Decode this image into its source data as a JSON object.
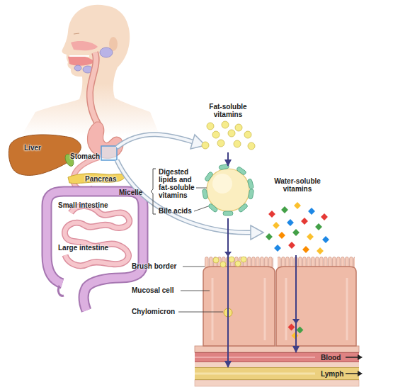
{
  "diagram": {
    "nodes": [
      {
        "text": [
          "Fat-soluble vitamins"
        ]
      },
      {
        "text": [
          "Micelle",
          "Digested lipids and fat-soluble vitamins",
          "Bile acids"
        ]
      },
      {
        "text": [
          "Water-soluble vitamins"
        ]
      },
      {
        "text": [
          "Blood"
        ]
      },
      {
        "text": [
          "Lymph"
        ]
      }
    ],
    "edges": [
      {
        "from": 0,
        "to": 1,
        "arrow": "to"
      },
      {
        "from": 1,
        "to": 4,
        "arrow": "to"
      },
      {
        "from": 2,
        "to": 3,
        "arrow": "to"
      }
    ],
    "labels": [
      "Liver",
      "Stomach",
      "Pancreas",
      "Small intestine",
      "Large intestine",
      "Brush border",
      "Mucosal cell",
      "Chylomicron"
    ]
  }
}
